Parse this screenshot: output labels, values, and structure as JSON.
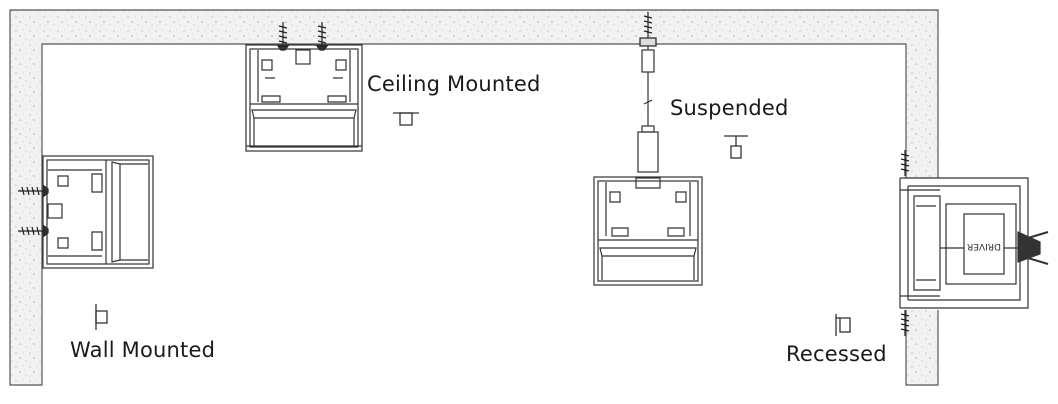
{
  "diagram": {
    "labels": {
      "ceiling": "Ceiling Mounted",
      "suspended": "Suspended",
      "wall": "Wall Mounted",
      "recessed": "Recessed"
    },
    "driver_text": "DRIVER",
    "colors": {
      "line": "#333333",
      "concrete_fill": "#f2f2f2",
      "concrete_speckle": "#b8b8b8"
    }
  }
}
